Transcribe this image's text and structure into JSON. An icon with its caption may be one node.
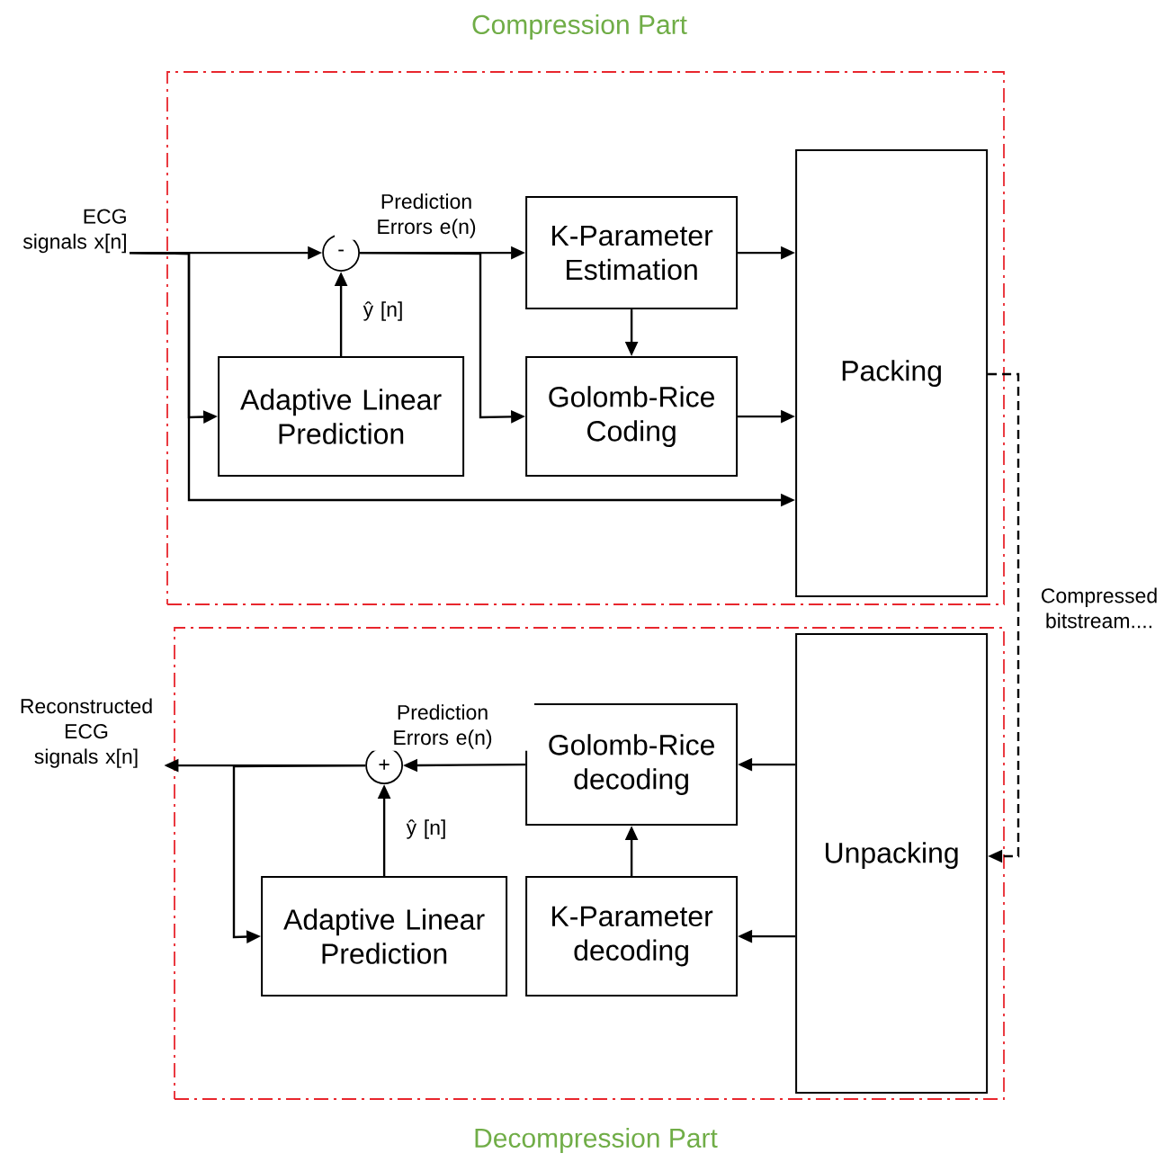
{
  "diagram": {
    "nodes": [
      {
        "text": [
          "Compression Part"
        ]
      },
      {
        "text": [
          "Decompression Part"
        ]
      },
      {
        "text": [
          "ECG signals x[n]"
        ]
      },
      {
        "text": [
          "-"
        ],
        "in": 0
      },
      {
        "text": [
          "K-Parameter Estimation"
        ],
        "in": 0
      },
      {
        "text": [
          "Adaptive Linear Prediction"
        ],
        "in": 0
      },
      {
        "text": [
          "Golomb-Rice Coding"
        ],
        "in": 0
      },
      {
        "text": [
          "Packing"
        ],
        "in": 0
      },
      {
        "text": [
          "Reconstructed ECG signals x[n]"
        ]
      },
      {
        "text": [
          "+"
        ],
        "in": 1
      },
      {
        "text": [
          "Golomb-Rice decoding"
        ],
        "in": 1
      },
      {
        "text": [
          "Adaptive Linear Prediction"
        ],
        "in": 1
      },
      {
        "text": [
          "K-Parameter decoding"
        ],
        "in": 1
      },
      {
        "text": [
          "Unpacking"
        ],
        "in": 1
      }
    ],
    "edges": [
      {
        "from": 2,
        "to": 3,
        "arrow": "to"
      },
      {
        "from": 2,
        "to": 5,
        "arrow": "to"
      },
      {
        "from": 2,
        "to": 7,
        "arrow": "to"
      },
      {
        "from": 5,
        "to": 3,
        "arrow": "to",
        "label": "ŷ [n]"
      },
      {
        "from": 3,
        "to": 4,
        "arrow": "to",
        "label": "Prediction Errors e(n)"
      },
      {
        "from": 3,
        "to": 6,
        "arrow": "to"
      },
      {
        "from": 4,
        "to": 6,
        "arrow": "to"
      },
      {
        "from": 4,
        "to": 7,
        "arrow": "to"
      },
      {
        "from": 6,
        "to": 7,
        "arrow": "to"
      },
      {
        "from": 7,
        "to": 13,
        "arrow": "to",
        "style": "dashed",
        "label": "Compressed bitstream...."
      },
      {
        "from": 13,
        "to": 10,
        "arrow": "to"
      },
      {
        "from": 13,
        "to": 12,
        "arrow": "to"
      },
      {
        "from": 12,
        "to": 10,
        "arrow": "to"
      },
      {
        "from": 10,
        "to": 9,
        "arrow": "to",
        "label": "Prediction Errors e(n)"
      },
      {
        "from": 11,
        "to": 9,
        "arrow": "to",
        "label": "ŷ [n]"
      },
      {
        "from": 9,
        "to": 8,
        "arrow": "to"
      },
      {
        "from": 9,
        "to": 11,
        "arrow": "to"
      }
    ]
  }
}
